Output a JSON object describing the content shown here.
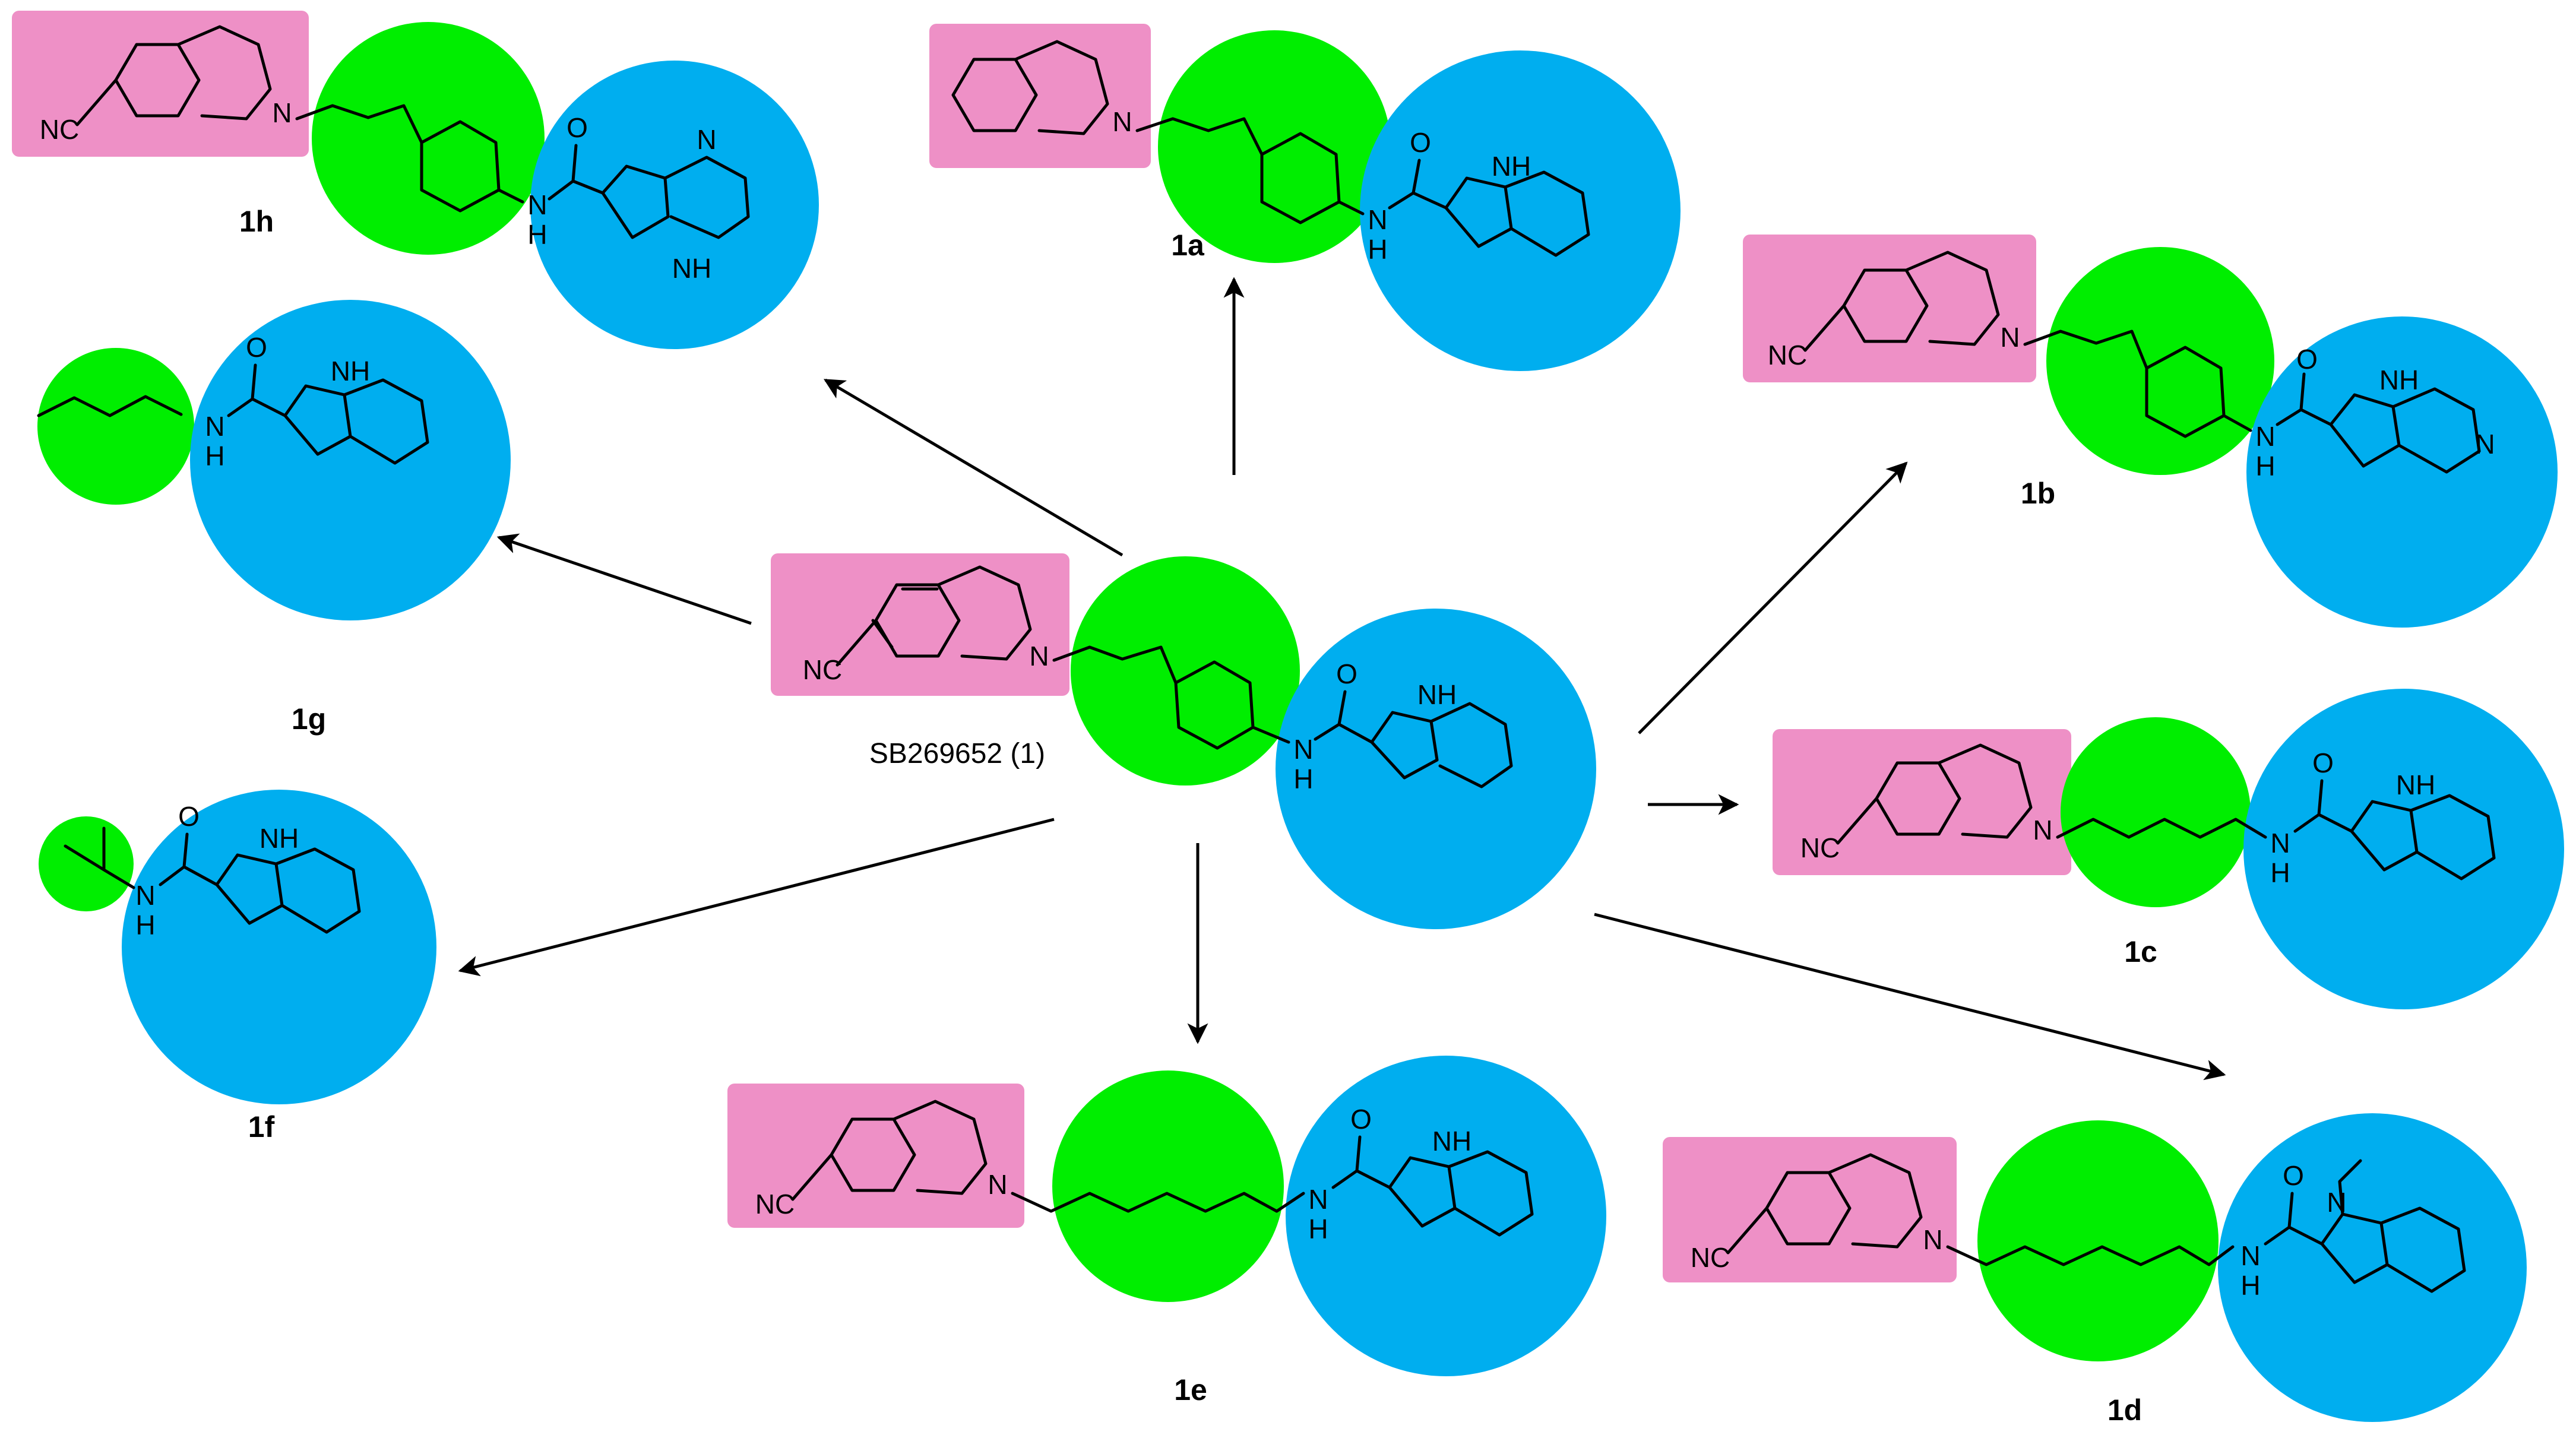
{
  "colors": {
    "head_box": "#EE90C6",
    "linker_circle": "#00EE00",
    "tail_circle": "#00AEEF",
    "ink": "#000000"
  },
  "parent": {
    "label": "SB269652 (1)"
  },
  "compounds": [
    {
      "id": "1h",
      "label": "1h"
    },
    {
      "id": "1a",
      "label": "1a"
    },
    {
      "id": "1b",
      "label": "1b"
    },
    {
      "id": "1g",
      "label": "1g"
    },
    {
      "id": "1c",
      "label": "1c"
    },
    {
      "id": "1f",
      "label": "1f"
    },
    {
      "id": "1e",
      "label": "1e"
    },
    {
      "id": "1d",
      "label": "1d"
    }
  ],
  "atoms": {
    "nitrile": "NC",
    "nitrogen": "N",
    "amide_nh": "N",
    "hydrogen": "H",
    "oxygen": "O",
    "ring_nh": "NH"
  }
}
